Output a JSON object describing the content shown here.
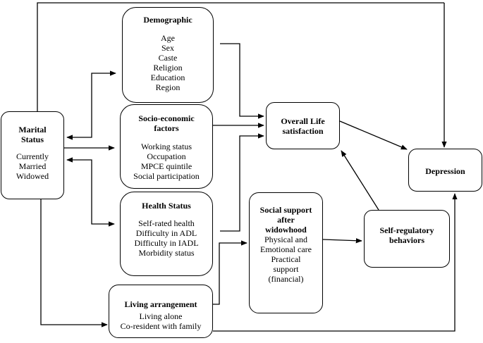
{
  "nodes": {
    "marital": {
      "title": [
        "Marital",
        "Status"
      ],
      "items": [
        "Currently",
        "Married",
        "Widowed"
      ]
    },
    "demographic": {
      "title": [
        "Demographic"
      ],
      "items": [
        "Age",
        "Sex",
        "Caste",
        "Religion",
        "Education",
        "Region"
      ]
    },
    "socioeconomic": {
      "title": [
        "Socio-economic",
        "factors"
      ],
      "items": [
        "Working status",
        "Occupation",
        "MPCE quintile",
        "Social participation"
      ]
    },
    "health": {
      "title": [
        "Health Status"
      ],
      "items": [
        "Self-rated health",
        "Difficulty in ADL",
        "Difficulty in IADL",
        "Morbidity status"
      ]
    },
    "living": {
      "title": [
        "Living arrangement"
      ],
      "items": [
        "Living alone",
        "Co-resident with family"
      ]
    },
    "life_satisfaction": {
      "title": [
        "Overall Life",
        "satisfaction"
      ],
      "items": []
    },
    "social_support": {
      "title": [
        "Social support",
        "after",
        "widowhood"
      ],
      "items": [
        "Physical and",
        "Emotional care",
        "Practical",
        "support",
        "(financial)"
      ]
    },
    "self_regulatory": {
      "title": [
        "Self-regulatory",
        "behaviors"
      ],
      "items": []
    },
    "depression": {
      "title": [
        "Depression"
      ],
      "items": []
    }
  }
}
